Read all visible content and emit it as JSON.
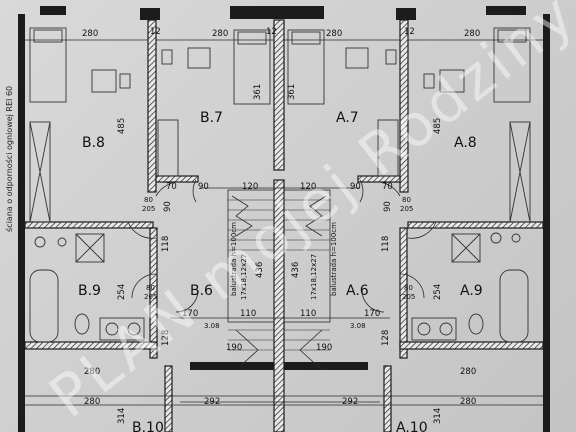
{
  "rooms": {
    "b8": "B.8",
    "b7": "B.7",
    "a7": "A.7",
    "a8": "A.8",
    "b9": "B.9",
    "b6": "B.6",
    "a6": "A.6",
    "a9": "A.9",
    "b10": "B.10",
    "a10": "A.10"
  },
  "side_note": "ściana o odporności ogniowej REI 60",
  "watermark": "PLAN mojej Rodziny",
  "dims": {
    "d280a": "280",
    "d12a": "12",
    "d280b": "280",
    "d12b": "12",
    "d280c": "280",
    "d12c": "12",
    "d280d": "280",
    "d485a": "485",
    "d485b": "485",
    "d361a": "361",
    "d361b": "361",
    "d70a": "70",
    "d90a": "90",
    "d120a": "120",
    "d120b": "120",
    "d90b": "90",
    "d70b": "70",
    "d90c": "90",
    "d90d": "90",
    "d80a": "80",
    "d205a": "205",
    "d80b": "80",
    "d205b": "205",
    "d80c": "80",
    "d205c": "205",
    "d80d": "80",
    "d205d": "205",
    "d118a": "118",
    "d118b": "118",
    "d254a": "254",
    "d254b": "254",
    "d436a": "436",
    "d436b": "436",
    "stairs_a": "17x18,12x27",
    "stairs_b": "17x18,12x27",
    "balustrade_a": "balustrada h=100cm",
    "balustrade_b": "balustrada h=100cm",
    "d170a": "170",
    "d110a": "110",
    "d110b": "110",
    "d170b": "170",
    "d308a": "3.08",
    "d308b": "3.08",
    "d128a": "128",
    "d128b": "128",
    "d190a": "190",
    "d190b": "190",
    "d292a": "292",
    "d292b": "292",
    "d314a": "314",
    "d314b": "314",
    "d280e": "280",
    "d280f": "280",
    "d280g": "280",
    "d280h": "280"
  }
}
